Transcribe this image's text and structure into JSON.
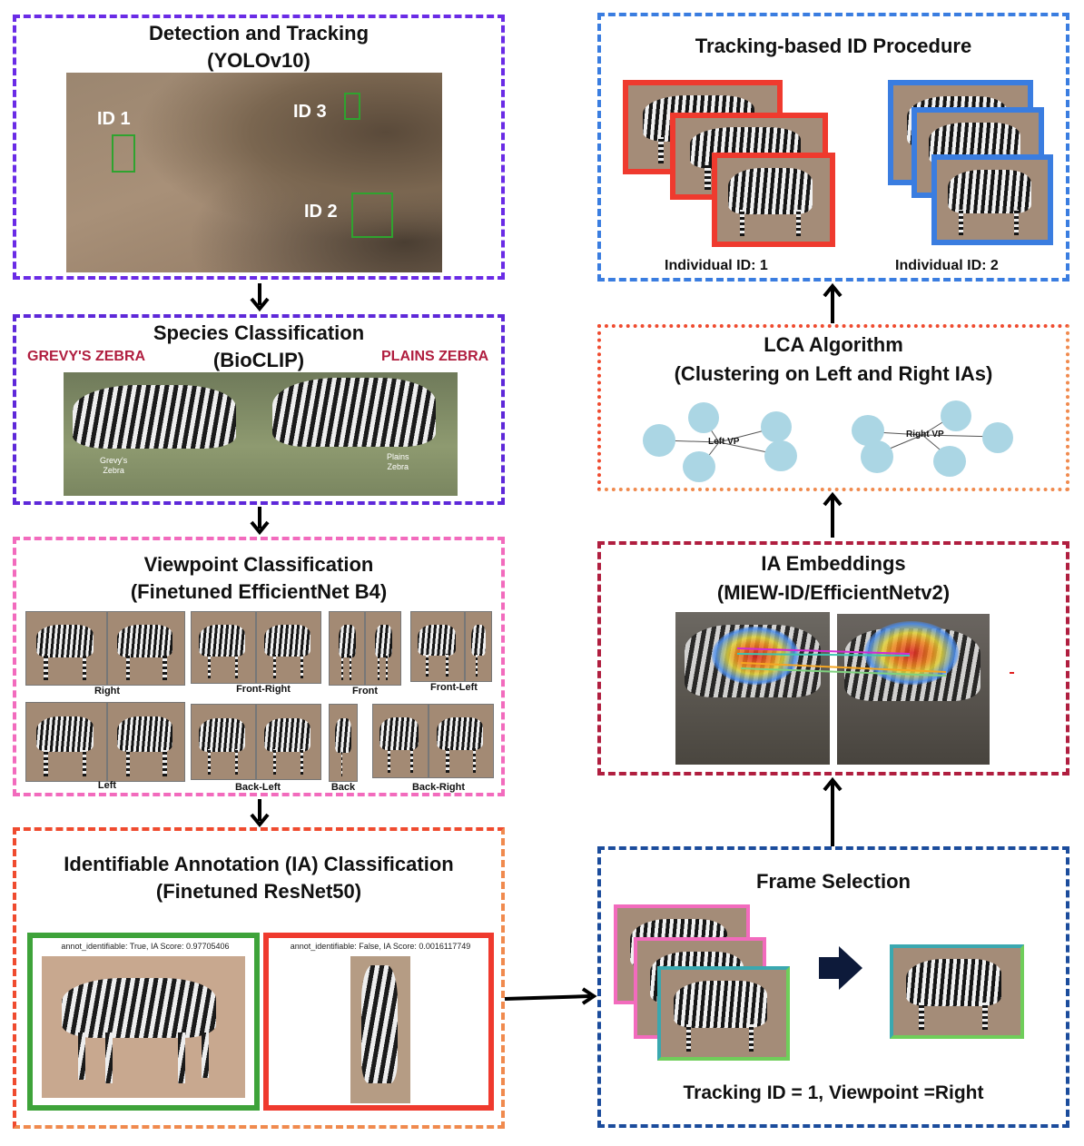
{
  "colors": {
    "detection": "#6a2be6",
    "species": "#5e28d9",
    "viewpoint": "#f26bbd",
    "ia_classification": "#ef4b2f",
    "tracking": "#3a7de0",
    "lca": "#ef6a3a",
    "embeddings": "#b01e3f",
    "frame_selection": "#1b4c9c",
    "species_label": "#b01e3f"
  },
  "detection": {
    "title_line1": "Detection and Tracking",
    "title_line2": "(YOLOv10)",
    "ids": [
      "ID 1",
      "ID 3",
      "ID 2"
    ]
  },
  "species": {
    "title_line1": "Species Classification",
    "title_line2": "(BioCLIP)",
    "left_label": "GREVY'S ZEBRA",
    "right_label": "PLAINS ZEBRA",
    "left_caption_line1": "Grevy's",
    "left_caption_line2": "Zebra",
    "right_caption_line1": "Plains",
    "right_caption_line2": "Zebra"
  },
  "viewpoint": {
    "title_line1": "Viewpoint Classification",
    "title_line2": "(Finetuned EfficientNet B4)",
    "labels": [
      "Right",
      "Front-Right",
      "Front",
      "Front-Left",
      "Left",
      "Back-Left",
      "Back",
      "Back-Right"
    ]
  },
  "ia_classification": {
    "title_line1": "Identifiable Annotation (IA) Classification",
    "title_line2": "(Finetuned ResNet50)",
    "left_caption": "annot_identifiable: True, IA Score: 0.97705406",
    "right_caption": "annot_identifiable: False, IA Score: 0.0016117749"
  },
  "tracking": {
    "title": "Tracking-based ID Procedure",
    "id1_label": "Individual ID: 1",
    "id2_label": "Individual ID: 2"
  },
  "lca": {
    "title_line1": "LCA Algorithm",
    "title_line2": "(Clustering on Left and Right IAs)",
    "left_center": "Left VP",
    "right_center": "Right VP"
  },
  "embeddings": {
    "title_line1": "IA Embeddings",
    "title_line2": "(MIEW-ID/EfficientNetv2)"
  },
  "frame_selection": {
    "title": "Frame Selection",
    "caption": "Tracking ID = 1, Viewpoint =Right"
  }
}
